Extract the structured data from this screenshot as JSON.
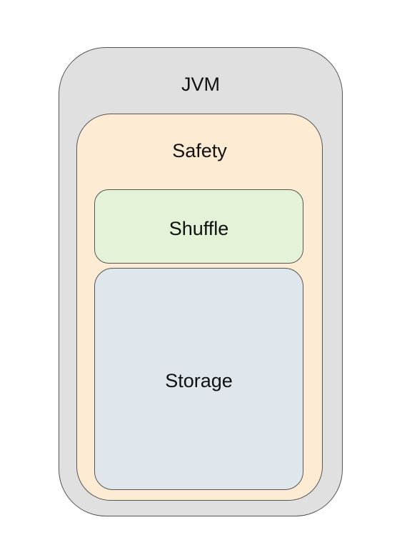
{
  "diagram": {
    "jvm": {
      "label": "JVM",
      "fill": "#e0e0e0"
    },
    "safety": {
      "label": "Safety",
      "fill": "#fdebd3"
    },
    "shuffle": {
      "label": "Shuffle",
      "fill": "#e4f2d8"
    },
    "storage": {
      "label": "Storage",
      "fill": "#dfe6ec"
    },
    "border_color": "#555555"
  }
}
